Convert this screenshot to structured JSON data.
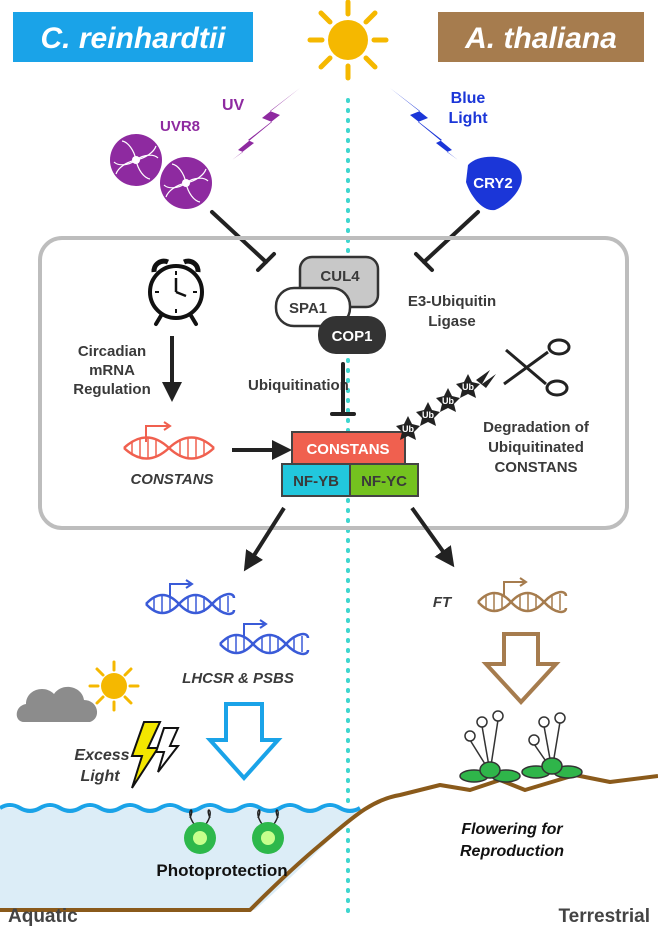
{
  "headers": {
    "left": "C. reinhardtii",
    "right": "A. thaliana"
  },
  "light": {
    "uv": "UV",
    "blue_line1": "Blue",
    "blue_line2": "Light"
  },
  "receptors": {
    "uvr8": "UVR8",
    "cry2": "CRY2"
  },
  "complex": {
    "cul4": "CUL4",
    "spa1": "SPA1",
    "cop1": "COP1",
    "ligase_line1": "E3-Ubiquitin",
    "ligase_line2": "Ligase"
  },
  "circadian": {
    "line1": "Circadian",
    "line2": "mRNA",
    "line3": "Regulation"
  },
  "ubiquitination": "Ubiquitination",
  "gene_constans": "CONSTANS",
  "proteins": {
    "constans": "CONSTANS",
    "nfyb": "NF-YB",
    "nfyc": "NF-YC"
  },
  "ub_label": "Ub",
  "degradation": {
    "line1": "Degradation of",
    "line2": "Ubiquitinated",
    "line3": "CONSTANS"
  },
  "targets_left": "LHCSR & PSBS",
  "target_right": "FT",
  "excess": {
    "line1": "Excess",
    "line2": "Light"
  },
  "outcomes": {
    "left": "Photoprotection",
    "right_line1": "Flowering for",
    "right_line2": "Reproduction"
  },
  "habitats": {
    "left": "Aquatic",
    "right": "Terrestrial"
  },
  "colors": {
    "left_header": "#1aa3e8",
    "right_header": "#a67c4e",
    "uv": "#8e2aa0",
    "blue_light": "#1b36d8",
    "constans": "#f0604f",
    "nfyb": "#22c7dd",
    "nfyc": "#74c21f",
    "water": "#dcedf7",
    "ground": "#8a5a1b"
  }
}
